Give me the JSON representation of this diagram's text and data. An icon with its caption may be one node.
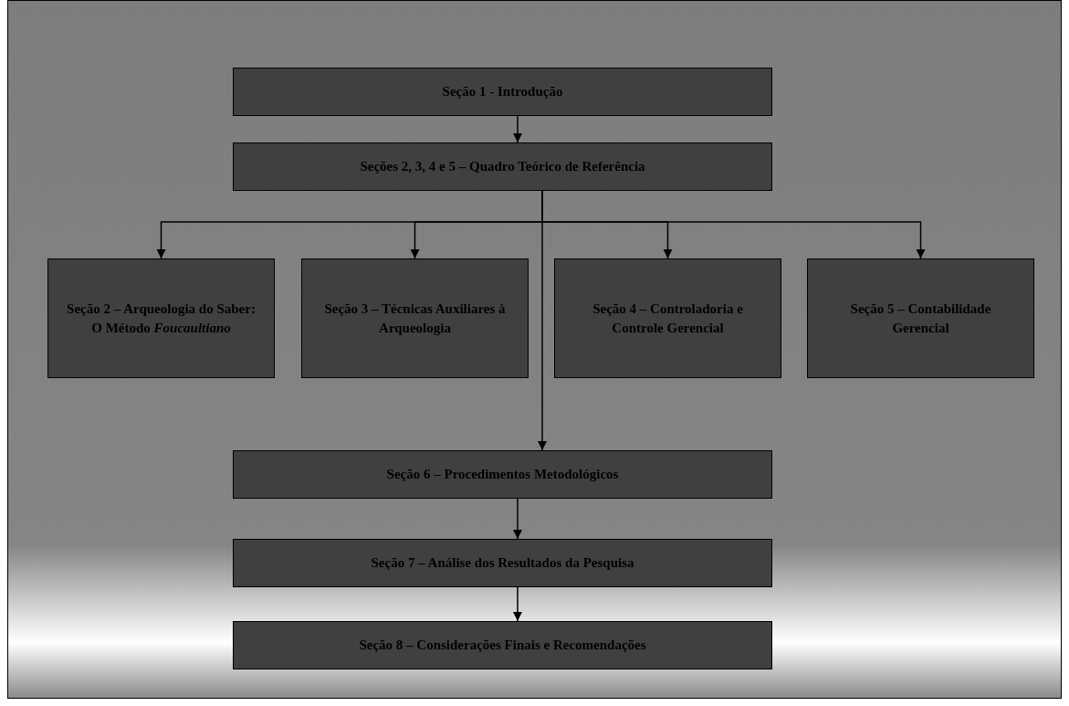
{
  "diagram": {
    "nodes": [
      {
        "text": [
          "Seção 1 - Introdução"
        ]
      },
      {
        "text": [
          "Seções 2, 3, 4 e 5 – Quadro Teórico de Referência"
        ]
      },
      {
        "text": [
          "Seção 2 – Arqueologia do Saber: O Método *Foucaultiano*"
        ]
      },
      {
        "text": [
          "Seção 3 – Técnicas Auxiliares à Arqueologia"
        ]
      },
      {
        "text": [
          "Seção 4 – Controladoria e Controle Gerencial"
        ]
      },
      {
        "text": [
          "Seção 5 – Contabilidade Gerencial"
        ]
      },
      {
        "text": [
          "Seção 6 – Procedimentos Metodológicos"
        ]
      },
      {
        "text": [
          "Seção 7 – Análise dos Resultados da Pesquisa"
        ]
      },
      {
        "text": [
          "Seção 8 – Considerações Finais e Recomendações"
        ]
      }
    ],
    "edges": [
      {
        "from": 0,
        "to": 1,
        "arrow": "to"
      },
      {
        "from": 1,
        "to": 2,
        "arrow": "to"
      },
      {
        "from": 1,
        "to": 3,
        "arrow": "to"
      },
      {
        "from": 1,
        "to": 4,
        "arrow": "to"
      },
      {
        "from": 1,
        "to": 5,
        "arrow": "to"
      },
      {
        "from": 1,
        "to": 6,
        "arrow": "to"
      },
      {
        "from": 6,
        "to": 7,
        "arrow": "to"
      },
      {
        "from": 7,
        "to": 8,
        "arrow": "to"
      }
    ]
  }
}
